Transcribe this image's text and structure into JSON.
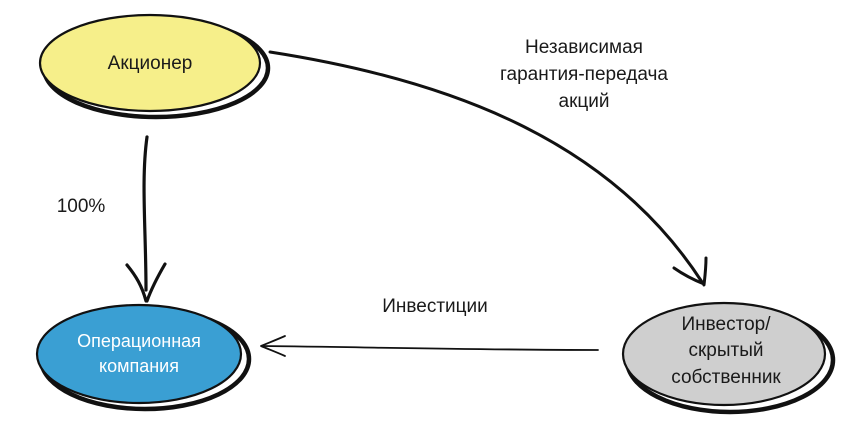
{
  "nodes": {
    "shareholder": {
      "label": "Акционер",
      "fill": "#f6ef8a",
      "text_color": "#1a1a1a"
    },
    "operating_company": {
      "label_line1": "Операционная",
      "label_line2": "компания",
      "fill": "#3a9fd3",
      "text_color": "#ffffff"
    },
    "investor": {
      "label_line1": "Инвестор/",
      "label_line2": "скрытый",
      "label_line3": "собственник",
      "fill": "#cfcfcf",
      "text_color": "#1a1a1a"
    }
  },
  "edges": {
    "ownership": {
      "label": "100%"
    },
    "guarantee": {
      "label_line1": "Независимая",
      "label_line2": "гарантия-передача",
      "label_line3": "акций"
    },
    "investments": {
      "label": "Инвестиции"
    }
  },
  "colors": {
    "stroke": "#111111"
  }
}
